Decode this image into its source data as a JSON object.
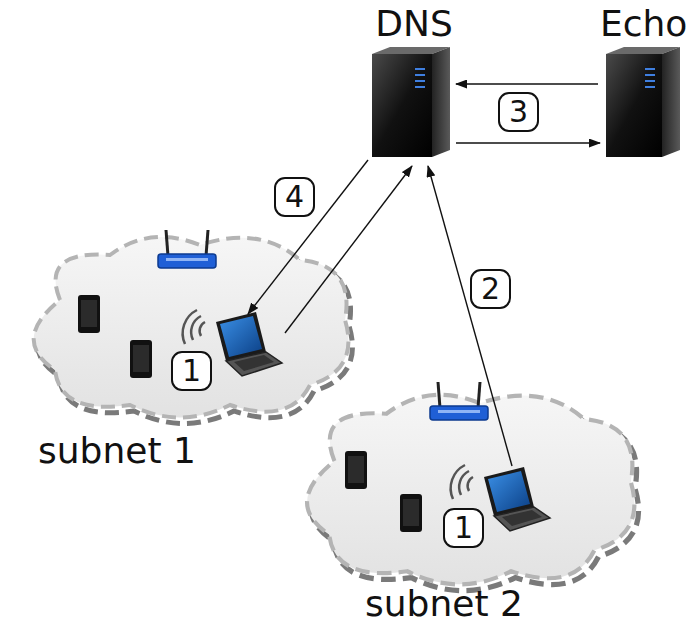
{
  "diagram": {
    "nodes": [
      {
        "text": [
          "DNS"
        ]
      },
      {
        "text": [
          "Echo"
        ]
      },
      {
        "text": [
          "subnet 1"
        ]
      },
      {
        "text": [
          "subnet 2"
        ]
      }
    ],
    "edges": [
      {
        "from": 2,
        "to": 0,
        "arrow": "to"
      },
      {
        "from": 0,
        "to": 2,
        "arrow": "to",
        "label": "4"
      },
      {
        "from": 3,
        "to": 0,
        "arrow": "to",
        "label": "2"
      },
      {
        "from": 1,
        "to": 0,
        "arrow": "to",
        "label": "3"
      },
      {
        "from": 0,
        "to": 1,
        "arrow": "to"
      }
    ],
    "labels": [
      "1",
      "1"
    ]
  }
}
